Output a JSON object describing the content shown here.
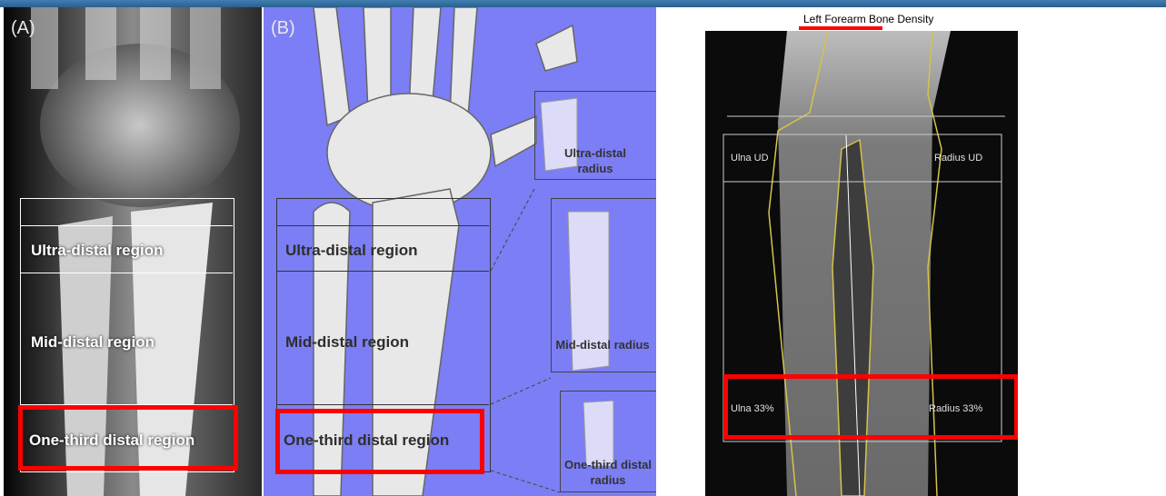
{
  "panel_a": {
    "letter": "(A)",
    "regions": [
      "Ultra-distal region",
      "Mid-distal region",
      "One-third distal region"
    ]
  },
  "panel_b": {
    "letter": "(B)",
    "regions": [
      "Ultra-distal region",
      "Mid-distal region",
      "One-third distal region"
    ],
    "insets": [
      "Ultra-distal radius",
      "Mid-distal radius",
      "One-third distal radius"
    ]
  },
  "panel_c": {
    "title": "Left Forearm Bone Density",
    "labels": {
      "ulna_ud": "Ulna UD",
      "radius_ud": "Radius UD",
      "ulna_33": "Ulna 33%",
      "radius_33": "Radius 33%"
    }
  },
  "colors": {
    "highlight": "#ff0000",
    "panel_b_background": "#7b7ef4"
  }
}
